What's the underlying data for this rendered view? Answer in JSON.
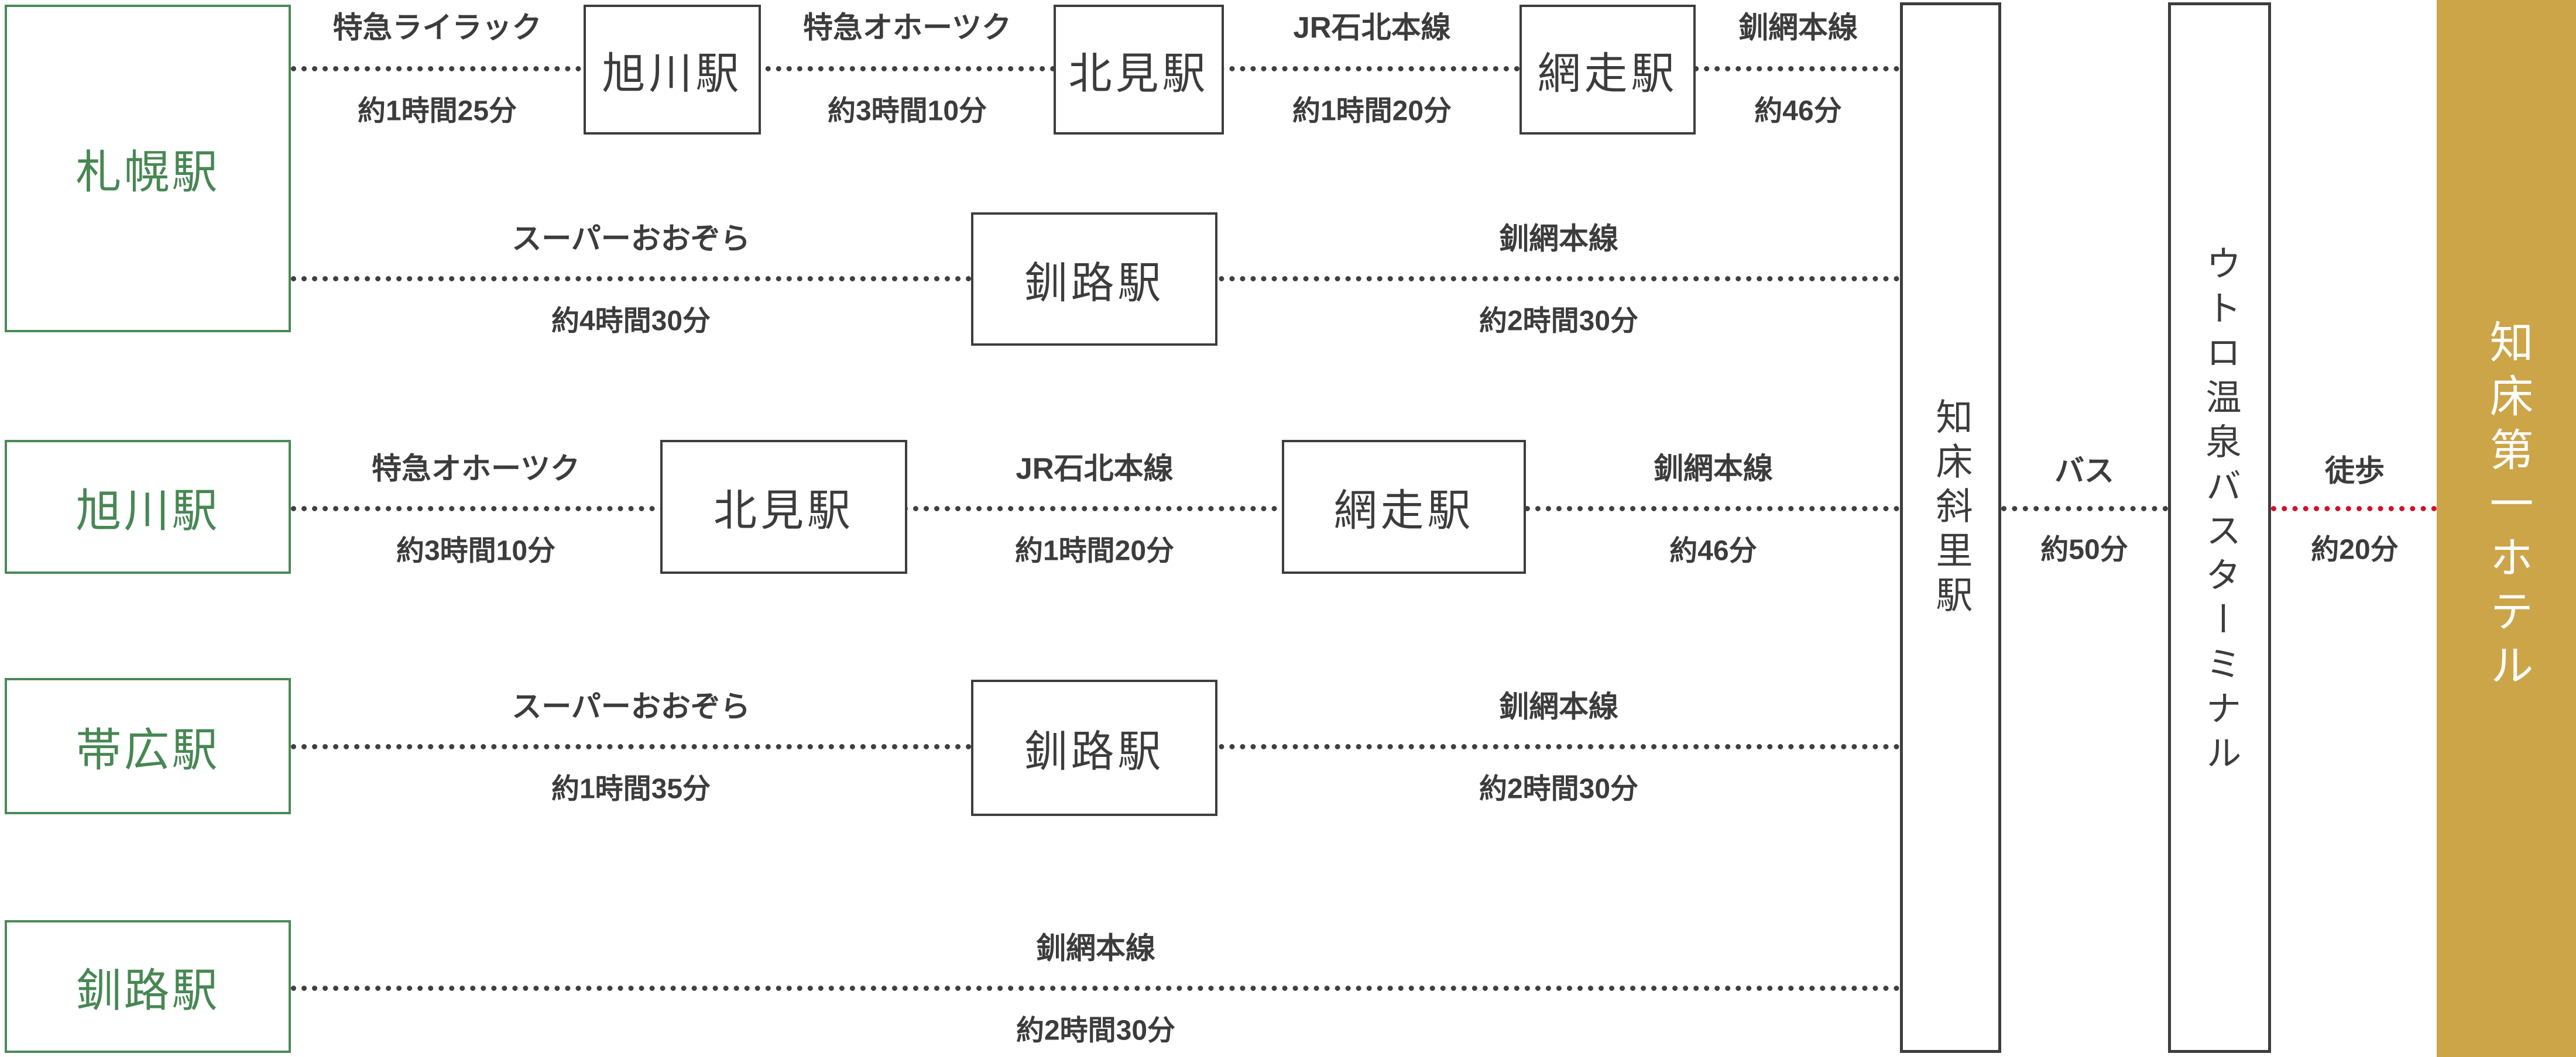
{
  "colors": {
    "origin_green": "#478753",
    "dark_gray": "#3c3c3c",
    "walk_red": "#d11226",
    "destination_gold": "#cca549"
  },
  "origins": [
    {
      "name": "札幌駅"
    },
    {
      "name": "旭川駅"
    },
    {
      "name": "帯広駅"
    },
    {
      "name": "釧路駅"
    }
  ],
  "routes": [
    {
      "legs": [
        {
          "line": "特急ライラック",
          "duration": "約1時間25分"
        },
        {
          "line": "特急オホーツク",
          "duration": "約3時間10分"
        },
        {
          "line": "JR石北本線",
          "duration": "約1時間20分"
        },
        {
          "line": "釧網本線",
          "duration": "約46分"
        }
      ],
      "stations": [
        "旭川駅",
        "北見駅",
        "網走駅"
      ]
    },
    {
      "legs": [
        {
          "line": "スーパーおおぞら",
          "duration": "約4時間30分"
        },
        {
          "line": "釧網本線",
          "duration": "約2時間30分"
        }
      ],
      "stations": [
        "釧路駅"
      ]
    },
    {
      "legs": [
        {
          "line": "特急オホーツク",
          "duration": "約3時間10分"
        },
        {
          "line": "JR石北本線",
          "duration": "約1時間20分"
        },
        {
          "line": "釧網本線",
          "duration": "約46分"
        }
      ],
      "stations": [
        "北見駅",
        "網走駅"
      ]
    },
    {
      "legs": [
        {
          "line": "スーパーおおぞら",
          "duration": "約1時間35分"
        },
        {
          "line": "釧網本線",
          "duration": "約2時間30分"
        }
      ],
      "stations": [
        "釧路駅"
      ]
    },
    {
      "legs": [
        {
          "line": "釧網本線",
          "duration": "約2時間30分"
        }
      ],
      "stations": []
    }
  ],
  "hub_station": {
    "name": "知床斜里駅"
  },
  "bus_leg": {
    "mode": "バス",
    "duration": "約50分"
  },
  "bus_terminal": {
    "name": "ウトロ温泉バスターミナル"
  },
  "walk_leg": {
    "mode": "徒歩",
    "duration": "約20分"
  },
  "destination": {
    "name": "知床第一ホテル"
  }
}
